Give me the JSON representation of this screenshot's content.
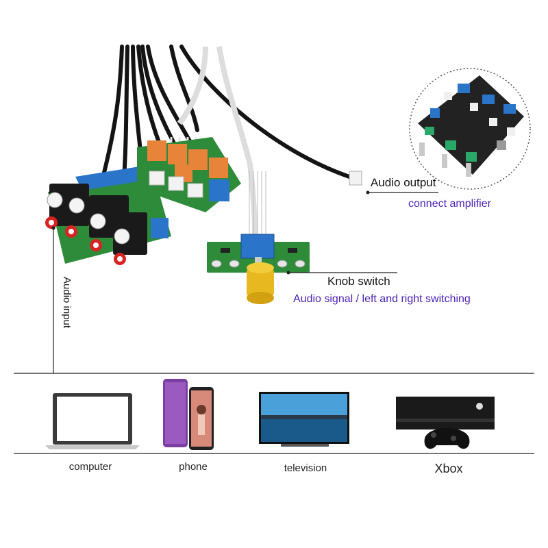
{
  "callouts": {
    "audio_output": {
      "title": "Audio output",
      "subtitle": "connect amplifier"
    },
    "knob_switch": {
      "title": "Knob switch",
      "subtitle": "Audio signal / left and right switching"
    },
    "audio_input": {
      "title": "Audio input"
    }
  },
  "devices": [
    {
      "label": "computer",
      "icon": "laptop-icon"
    },
    {
      "label": "phone",
      "icon": "smartphone-icon"
    },
    {
      "label": "television",
      "icon": "tv-icon"
    },
    {
      "label": "Xbox",
      "icon": "game-console-icon"
    }
  ],
  "colors": {
    "callout_title": "#111111",
    "callout_subtitle": "#4a1fb8",
    "pcb_green": "#2e8b3a",
    "relay_orange": "#e8833a",
    "terminal_blue": "#2a74c9",
    "knob_gold": "#e8b820"
  }
}
